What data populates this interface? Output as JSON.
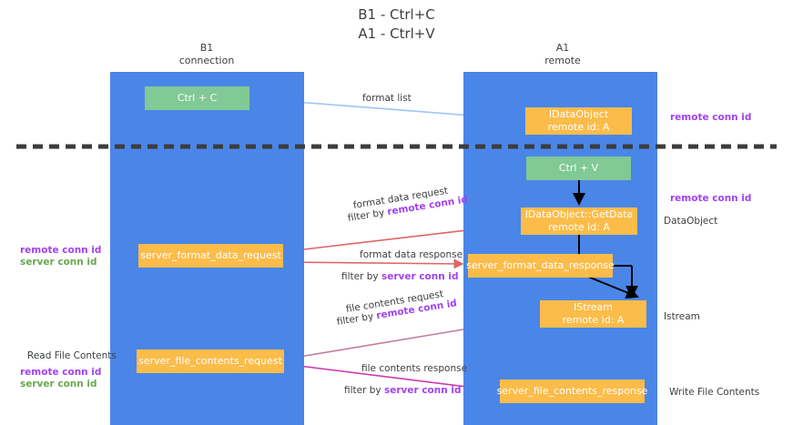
{
  "title": {
    "line1": "B1 - Ctrl+C",
    "line2": "A1 - Ctrl+V"
  },
  "columns": [
    {
      "name": "B1",
      "role": "connection"
    },
    {
      "name": "A1",
      "role": "remote"
    }
  ],
  "nodes": {
    "ctrl_c": {
      "label": "Ctrl + C",
      "color": "#81c995"
    },
    "ctrl_v": {
      "label": "Ctrl + V",
      "color": "#81c995"
    },
    "idataobject": {
      "line1": "IDataObject",
      "line2": "remote id: A",
      "color": "#fbbc4a"
    },
    "getdata": {
      "line1": "IDataObject::GetData",
      "line2": "remote id: A",
      "color": "#fbbc4a"
    },
    "istream": {
      "line1": "IStream",
      "line2": "remote id: A",
      "color": "#fbbc4a"
    },
    "server_format_data_request": {
      "label": "server_format_data_request",
      "color": "#fbbc4a"
    },
    "server_format_data_response": {
      "label": "server_format_data_response",
      "color": "#fbbc4a"
    },
    "server_file_contents_request": {
      "label": "server_file_contents_request",
      "color": "#fbbc4a"
    },
    "server_file_contents_response": {
      "label": "server_file_contents_response",
      "color": "#fbbc4a"
    }
  },
  "edges": {
    "format_list": {
      "label": "format list"
    },
    "format_data_request": {
      "label": "format data request",
      "filter_prefix": "filter by ",
      "filter_key": "remote conn id"
    },
    "format_data_response": {
      "label": "format data response",
      "filter_prefix": "filter by ",
      "filter_key": "server conn id"
    },
    "file_contents_request": {
      "label": "file contents request",
      "filter_prefix": "filter by ",
      "filter_key": "remote conn id"
    },
    "file_contents_response": {
      "label": "file contents response",
      "filter_prefix": "filter by ",
      "filter_key": "server conn id"
    }
  },
  "margins": {
    "right": {
      "remote_conn_id_top": "remote conn id",
      "remote_conn_id_mid": "remote conn id",
      "dataobject": "DataObject",
      "istream": "Istream",
      "write_file_contents": "Write File Contents"
    },
    "left": {
      "remote_conn_id_mid": "remote conn id",
      "server_conn_id_mid": "server conn id",
      "read_file_contents": "Read File Contents",
      "remote_conn_id_bottom": "remote conn id",
      "server_conn_id_bottom": "server conn id"
    }
  },
  "colors": {
    "lane": "#4a86e8",
    "green_node": "#81c995",
    "orange_node": "#fbbc4a",
    "remote_conn_id": "#a142f4",
    "server_conn_id": "#6aa84f",
    "format_list_arrow": "#9fc5f8",
    "format_data_arrow": "#e06666",
    "file_contents_arrow": "#c27ba0",
    "black_arrow": "#000000",
    "divider": "#3c3c3c"
  }
}
